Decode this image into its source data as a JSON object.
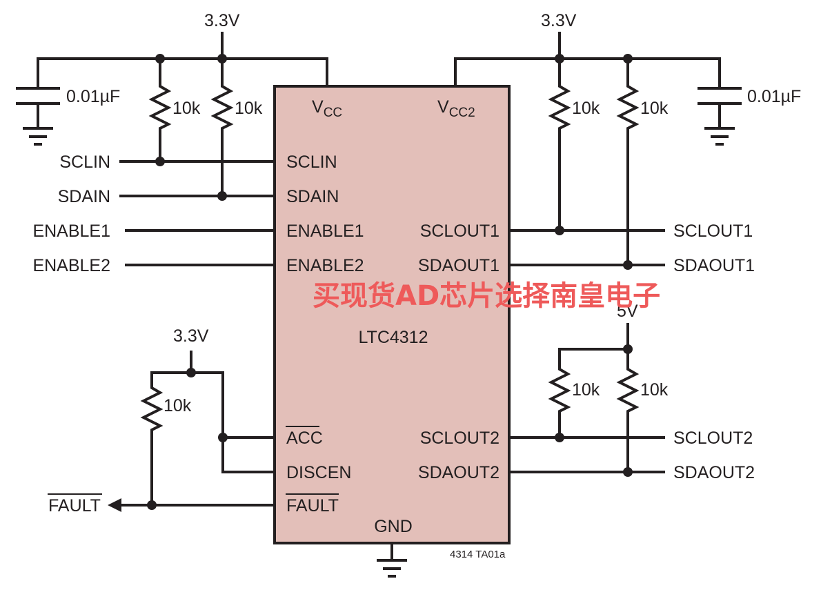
{
  "supplies": {
    "top_left": "3.3V",
    "top_right": "3.3V",
    "bottom_left": "3.3V",
    "bottom_right": "5V"
  },
  "capacitors": {
    "left": "0.01µF",
    "right": "0.01µF"
  },
  "resistors": {
    "r1": "10k",
    "r2": "10k",
    "r3": "10k",
    "r4": "10k",
    "r5": "10k",
    "r6": "10k",
    "r7": "10k"
  },
  "ic": {
    "part": "LTC4312",
    "fill_color": "#e3bfb9",
    "pins": {
      "vcc": "V",
      "vcc_sub": "CC",
      "vcc2": "V",
      "vcc2_sub": "CC2",
      "sclin": "SCLIN",
      "sdain": "SDAIN",
      "enable1": "ENABLE1",
      "enable2": "ENABLE2",
      "acc": "ACC",
      "discen": "DISCEN",
      "fault": "FAULT",
      "gnd": "GND",
      "sclout1": "SCLOUT1",
      "sdaout1": "SDAOUT1",
      "sclout2": "SCLOUT2",
      "sdaout2": "SDAOUT2"
    }
  },
  "nets": {
    "sclin": "SCLIN",
    "sdain": "SDAIN",
    "enable1": "ENABLE1",
    "enable2": "ENABLE2",
    "fault": "FAULT",
    "sclout1": "SCLOUT1",
    "sdaout1": "SDAOUT1",
    "sclout2": "SCLOUT2",
    "sdaout2": "SDAOUT2"
  },
  "figure_id": "4314 TA01a",
  "watermark": "买现货AD芯片选择南皇电子"
}
